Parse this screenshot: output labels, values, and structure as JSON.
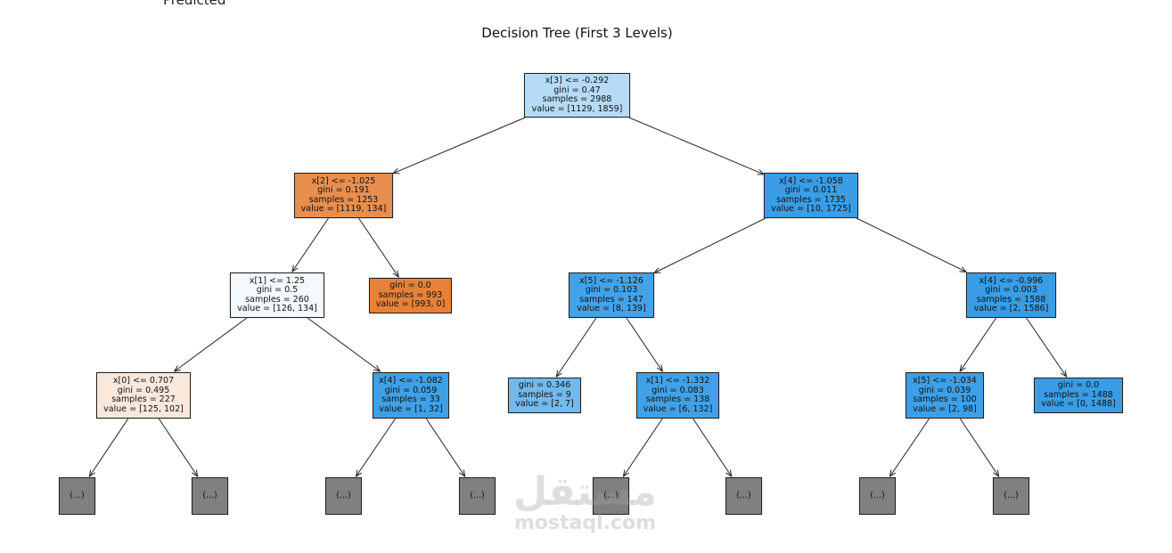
{
  "top_cut_label": "Predicted",
  "title": "Decision Tree (First 3 Levels)",
  "watermark": {
    "arabic": "مستقل",
    "latin": "mostaql.com"
  },
  "tree": {
    "nodes": [
      {
        "id": "root",
        "lines": [
          "x[3] <= -0.292",
          "gini = 0.47",
          "samples = 2988",
          "value = [1129, 1859]"
        ],
        "fill": "#b5dbf6",
        "children": [
          "a",
          "b"
        ]
      },
      {
        "id": "a",
        "lines": [
          "x[2] <= -1.025",
          "gini = 0.191",
          "samples = 1253",
          "value = [1119, 134]"
        ],
        "fill": "#e88e4e",
        "children": [
          "c",
          "d"
        ]
      },
      {
        "id": "b",
        "lines": [
          "x[4] <= -1.058",
          "gini = 0.011",
          "samples = 1735",
          "value = [10, 1725]"
        ],
        "fill": "#3a9de5",
        "children": [
          "e",
          "f"
        ]
      },
      {
        "id": "c",
        "lines": [
          "x[1] <= 1.25",
          "gini = 0.5",
          "samples = 260",
          "value = [126, 134]"
        ],
        "fill": "#f3f9fd",
        "children": [
          "g",
          "h"
        ]
      },
      {
        "id": "d",
        "lines": [
          "gini = 0.0",
          "samples = 993",
          "value = [993, 0]"
        ],
        "fill": "#e58139",
        "children": []
      },
      {
        "id": "e",
        "lines": [
          "x[5] <= -1.126",
          "gini = 0.103",
          "samples = 147",
          "value = [8, 139]"
        ],
        "fill": "#44a3e6",
        "children": [
          "i",
          "j"
        ]
      },
      {
        "id": "f",
        "lines": [
          "x[4] <= -0.996",
          "gini = 0.003",
          "samples = 1588",
          "value = [2, 1586]"
        ],
        "fill": "#399de5",
        "children": [
          "k",
          "l"
        ]
      },
      {
        "id": "g",
        "lines": [
          "x[0] <= 0.707",
          "gini = 0.495",
          "samples = 227",
          "value = [125, 102]"
        ],
        "fill": "#fae8db",
        "children": [
          "t1",
          "t2"
        ]
      },
      {
        "id": "h",
        "lines": [
          "x[4] <= -1.082",
          "gini = 0.059",
          "samples = 33",
          "value = [1, 32]"
        ],
        "fill": "#3fa0e6",
        "children": [
          "t3",
          "t4"
        ]
      },
      {
        "id": "i",
        "lines": [
          "gini = 0.346",
          "samples = 9",
          "value = [2, 7]"
        ],
        "fill": "#72b9ec",
        "children": []
      },
      {
        "id": "j",
        "lines": [
          "x[1] <= -1.332",
          "gini = 0.083",
          "samples = 138",
          "value = [6, 132]"
        ],
        "fill": "#42a1e6",
        "children": [
          "t5",
          "t6"
        ]
      },
      {
        "id": "k",
        "lines": [
          "x[5] <= -1.034",
          "gini = 0.039",
          "samples = 100",
          "value = [2, 98]"
        ],
        "fill": "#3d9fe6",
        "children": [
          "t7",
          "t8"
        ]
      },
      {
        "id": "l",
        "lines": [
          "gini = 0.0",
          "samples = 1488",
          "value = [0, 1488]"
        ],
        "fill": "#399de5",
        "children": []
      },
      {
        "id": "t1",
        "lines": [
          "(...)"
        ],
        "fill": "#808080",
        "children": []
      },
      {
        "id": "t2",
        "lines": [
          "(...)"
        ],
        "fill": "#808080",
        "children": []
      },
      {
        "id": "t3",
        "lines": [
          "(...)"
        ],
        "fill": "#808080",
        "children": []
      },
      {
        "id": "t4",
        "lines": [
          "(...)"
        ],
        "fill": "#808080",
        "children": []
      },
      {
        "id": "t5",
        "lines": [
          "(...)"
        ],
        "fill": "#808080",
        "children": []
      },
      {
        "id": "t6",
        "lines": [
          "(...)"
        ],
        "fill": "#808080",
        "children": []
      },
      {
        "id": "t7",
        "lines": [
          "(...)"
        ],
        "fill": "#808080",
        "children": []
      },
      {
        "id": "t8",
        "lines": [
          "(...)"
        ],
        "fill": "#808080",
        "children": []
      }
    ]
  }
}
